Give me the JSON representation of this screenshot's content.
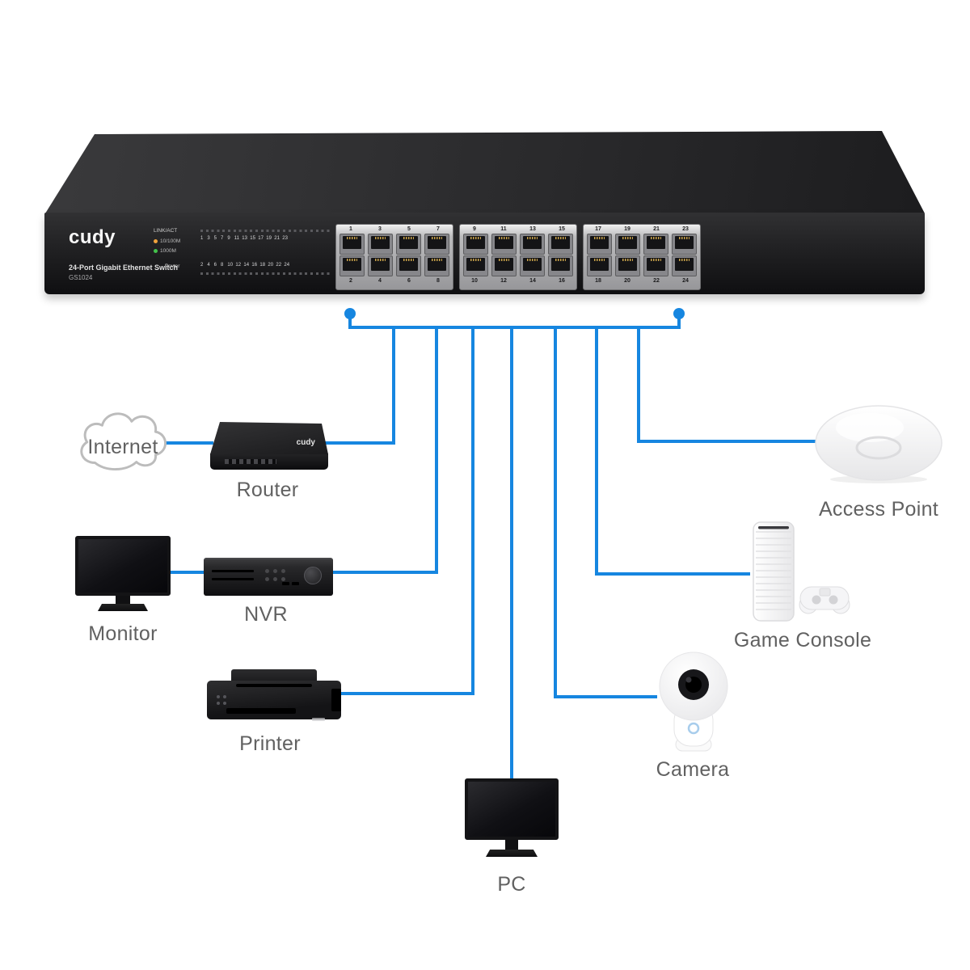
{
  "colors": {
    "line": "#1686e0",
    "label": "#616161",
    "led_orange": "#f0a23c",
    "led_green": "#43c24b"
  },
  "switch": {
    "brand": "cudy",
    "name": "24-Port Gigabit Ethernet Switch",
    "model": "GS1024",
    "led": {
      "link_act": "LINK/ACT",
      "speed1": "10/100M",
      "speed2": "1000M",
      "power": "Power",
      "odd_row": "1   3   5   7   9   11  13  15  17  19  21  23",
      "even_row": "2   4   6   8   10  12  14  16  18  20  22  24"
    },
    "ports": {
      "groups": [
        {
          "top": [
            "1",
            "3",
            "5",
            "7"
          ],
          "bottom": [
            "2",
            "4",
            "6",
            "8"
          ]
        },
        {
          "top": [
            "9",
            "11",
            "13",
            "15"
          ],
          "bottom": [
            "10",
            "12",
            "14",
            "16"
          ]
        },
        {
          "top": [
            "17",
            "19",
            "21",
            "23"
          ],
          "bottom": [
            "18",
            "20",
            "22",
            "24"
          ]
        }
      ]
    }
  },
  "devices": [
    {
      "id": "internet",
      "label": "Internet"
    },
    {
      "id": "router",
      "label": "Router",
      "brand": "cudy"
    },
    {
      "id": "monitor",
      "label": "Monitor"
    },
    {
      "id": "nvr",
      "label": "NVR"
    },
    {
      "id": "printer",
      "label": "Printer"
    },
    {
      "id": "pc",
      "label": "PC"
    },
    {
      "id": "camera",
      "label": "Camera"
    },
    {
      "id": "game_console",
      "label": "Game Console"
    },
    {
      "id": "access_point",
      "label": "Access Point"
    }
  ]
}
